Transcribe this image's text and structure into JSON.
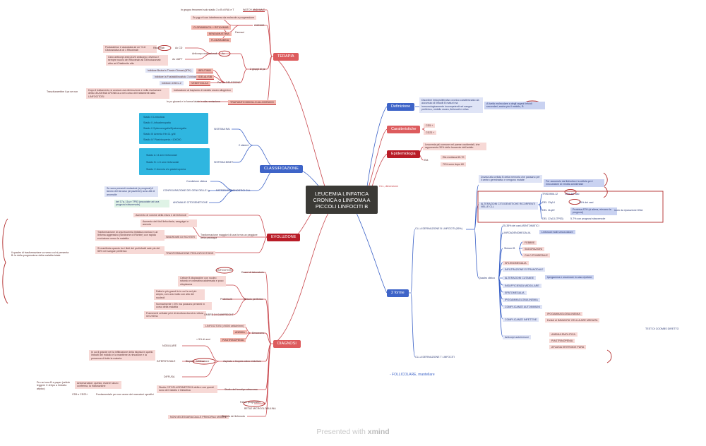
{
  "root": {
    "title": "LEUCEMIA LINFATICA CRONICA o LINFOMA A PICCOLI LINFOCITI B"
  },
  "topics": {
    "terapia": "TERAPIA",
    "classificazione": "CLASSIFICAZIONE",
    "evoluzione": "EVOLUZIONE",
    "diagnosi": "DIAGNOSI",
    "definizione": "Definizione",
    "caratteristiche": "Caratteristiche",
    "epidemiologia": "Epidemiologia",
    "forme": "2 forme"
  },
  "terapia": {
    "row1_left": "In gruppo fenomeni solo stadio 3 o B di RAI e T",
    "row1_right": "WATCH AND WAIT",
    "chemio": "CHEMIO",
    "chemio_note": "Su pgp rti con interferenza da molecole a progressione",
    "chemio_a": "CLORAMBUCIL + RITUXIMAB",
    "farmaci": "Farmaci",
    "chemio_b": "BENDAMUSTINA",
    "chemio_c": "FLUDARABINA",
    "fludarabina_note": "Fludarabina: è associata ad un % di Citotossicita al di 1 Rituximab",
    "rit_label": "Rituximab",
    "rit_value": "Ac CD",
    "obin_note": "Ciclo anticorpi anti-CD20 anticorpo; diverso e sempre nuovo del Rituximab all Obinutuzumab altro ad Chiabimito alla",
    "obin_label": "Ac UAFT",
    "ab_anti": "Anticorpo monoclonali",
    "ac": "Ac",
    "ibr_note": "Inibitore Bruton's Tirosin Chinasi (BTK)",
    "ibr": "IBRUTINIB",
    "ide_note": "Inibitore la Fosfatidilinositolo 3 chinasi delta",
    "ide": "IDELALISIB",
    "ven_note": "Inibitore di BCL-2",
    "ven": "VENETOCLAX",
    "per_del": "Per chi DELEZIONE",
    "gruppi": "2 gruppi di pz",
    "trap_note": "Dopo il trattamento si avanza una diminuzione e nella risoluzione della LEUCEMIA CRONICA a nel corso dei trattamenti dalla LINFOCITOSI",
    "trap_left": "Trasciturarebbe il pz se non",
    "allo_note": "Indicazione al trapianto di midollo osseo allogenico",
    "allo_left": "In pz giovani e in forma fatale in alta remissione",
    "allo": "TRAPIANTO MIDOLLO ALLOGENICO"
  },
  "classificazione": {
    "rai": "SISTEMA RAI",
    "binet": "SISTEMA BINET",
    "sistemi": "2 sistemi",
    "rai_rows": [
      "Stadio 0 Linfocitosi",
      "Stadio I Linfoadenopatia",
      "Stadio II Splenomegalia/Epatomegalia",
      "Stadio III Anemia Hb<11 g/dl",
      "Stadio IV Piastrinopenia <100000"
    ],
    "binet_rows": [
      "Stadio A <3 aree linfonodali",
      "Stadio B >=3 aree linfonodali",
      "Stadio C Anemia e/o piastrinopenia"
    ],
    "clinico": "Condizione clinica",
    "fattori": "FATTORI PROGNOSTICI CLL",
    "ig_note": "Se sono presenti mutazioni (a prognosi) il lavoro del tal caso (al paziente) sono atti di anomalie",
    "ig": "CONFIGURAZIONE DEI GENI DELLE Ig",
    "zap_note": "del 17p, 11q e TP53 (associate ad una prognosi sfavorevole)",
    "zap": "ANOMALIE CITOGENETICHE"
  },
  "evoluzione": {
    "a1": "Aumento di volume della milza e dei linfonodi",
    "a2": "Aumento dei titoli linfocitaria, sanguigni e anemia",
    "a3": "Trasformazione di una leucemia linfatica cronica in un linfoma aggressivo (Sindrome di Richter) con rapida evoluzione verso la malattia",
    "richter": "SINDROME DI RICHTER",
    "progression": "Trasformazione maggiori di una forma un peggiore della patologia",
    "prolinf_note": "Si manifesta quanto tra i titoli dei prolinfociti sale piu del 55% nel sangue periferico",
    "prolinf": "TRASFORMAZIONE PROLINFOCITOIDE",
    "left_note": "Il quadro di trasformazione va verso cui si presenta B: la della progressione della malattia totale"
  },
  "diagnosi": {
    "linfocitosi": "LINFOCITOSI",
    "esami": "Esami di laboratorio",
    "smudge": "Cellule B displasiche con nucleo rotondo e cromatina addensata e poco citoplasma",
    "sangue": "Striscio periferico",
    "proliferation": "Dalla in più grandi in in cui la nel più ampio, con una molto con alto dei nucleoli",
    "prolinfociti": "Prolinfociti",
    "ombre": "OMBRE DI GUMPRECHT",
    "ombre_note": "Frammenti cellulari privi di struttura dovuti a rottura nel vetrino",
    "normal_note": "Normalmente < 5% ma possono presenti in corso della malattia",
    "anemia_hb": "ANEMIA",
    "emocromo": "Emocromo",
    "piastrinopenia": "PIASTRINOPENIA",
    "aut": "LINFOCITOSI (>5000 cellule/mm)",
    "piastr_note": "< 5% di anni",
    "nodulare": "NODULARE",
    "interstiziale": "INTERSTIZIALE",
    "diffusa": "DIFFUSA",
    "biopsia": "Biopsia",
    "infiltrazione": "Infiltrazione",
    "aspirato": "Aspirato e biopsia osteo midollare",
    "interst_note": "In cui il grande nel la infiltrazione della biopsia in quello linfociti del midollo e la mantiene la rimozione e la presenza di tutte la materia",
    "cito_note": "Antomarcatori, questo, essere sicuro conferma, la maturazione",
    "immuno": "Studio del fenotipo attraverso",
    "cito_left": "Pro sui una B a paper (cellule leggere C di tipo a linfocito atipico)",
    "cd_left": "CD5 e CD23+",
    "marker_note": "Fondamentale per non avere dei marcatori specifici",
    "cito_box": "Studio CITOFLUORIMETRICA della e con questi sono del midollo e linfocitica",
    "fish": "Stadio del tipo mutato",
    "prog_label": "Fattori prognostici",
    "b2m": "BETA2 MICROGLOBULINA",
    "biopsy_lin_note": "NON NECESSARIA DALLE PRINCIPALI MISURE",
    "biopsia_lin": "Biopsia del linfonodo"
  },
  "definizione": {
    "def_note": "Disordine linfoproliferativo cronico caratterizzato da accumulo di linfociti B maturi ma immunologicamente incompetenti nel sangue periferico, midollo osseo, linfonodi e milza",
    "def_right": "A livello molecolare a degli organi linfoidi secondari, anche piu il midollo, B",
    "car_a": "CD5 +",
    "car_b": "CD23 +",
    "epi_note": "Leucemia più comune nel paese occidentali, che rappresenta 30% delle leucemie dell'adulto",
    "eta": "Età",
    "eta_a": "Età mediana 65-70",
    "eta_b": "70% sono dopo 60"
  },
  "forme": {
    "cll_b": "CLL A DERIVAZIONE B LINFOCITI (95%)",
    "cll_t": "CLL A DERIVAZIONE T LINFOCITI",
    "origin_note": "Dovuta alla cellula B della memoria che passano per il centro germinativo e vengono mutate",
    "clonal": "Per accumulo dal linfocita e la cellula per i meccanismi di eredita ambientale",
    "cito": "ALTERAZIONI CITOGENETICHE RICORRENTI NELLE CLL",
    "del13": "DEL 13q14",
    "del13_p": "55% dei casi",
    "trisomy": "TRISOMIA 12",
    "tris_p": "15% dei casi",
    "del11": "DEL 11q22",
    "del11_note": "Proteina ATM (si altera, elevano la prognosi)",
    "atm_right": "ruolo da riparazione DNA",
    "del17": "DEL 17p13 (TP53)",
    "del17_p": "5-7% con prognosi sfavorevole",
    "asint": "25-35% dei casi ASINTOMATICI",
    "linfo": "LINFOADENOMEGALIA",
    "linfo_note": "Linfonodi molli senza dolore",
    "sint": "Sintomi B",
    "febbre": "FEBBRE",
    "sudor": "SUDORAZIONI",
    "peso": "CALO PONDERALE",
    "quadro": "Quadro clinico",
    "spleno": "SPLENOMEGALIA",
    "epato": "EPATOMEGALIA",
    "inf": "INFILTRAZIONE EXTRANODALE",
    "cut": "ALTERAZIONI CUTANEE",
    "insuf": "INSUFFICIENZA MIDOLLARE",
    "ipog": "IPOGAMMAGLOBULINEMIA",
    "infez": "COMPLICANZE INFETTIVE",
    "autoimm": "COMPLICANZE AUTOIMMUNI",
    "autoimm_note": "Ipergamma e osservare in caso ripetute",
    "anemia_emo": "ANEMIA EMOLITICA",
    "ptm": "PIASTRINOPENIA",
    "aplasia": "APLASIA ERITROIDE PURA",
    "imm_note": "Deficit di IMMUNITA' CELLULARE MEDIATA",
    "ipogamma_note": "IPOGAMMAGLOBULINEMIA",
    "ab_auto": "Anticorpi autoimmuni",
    "coombs": "TEST DI COOMBS DIRETTO"
  },
  "annotations": {
    "root_scribble": "CLL, dimensione",
    "bottom_scribble": "- FOLLICOLARE, mantellare"
  },
  "footer": {
    "prefix": "Presented with",
    "brand": "xmind"
  }
}
